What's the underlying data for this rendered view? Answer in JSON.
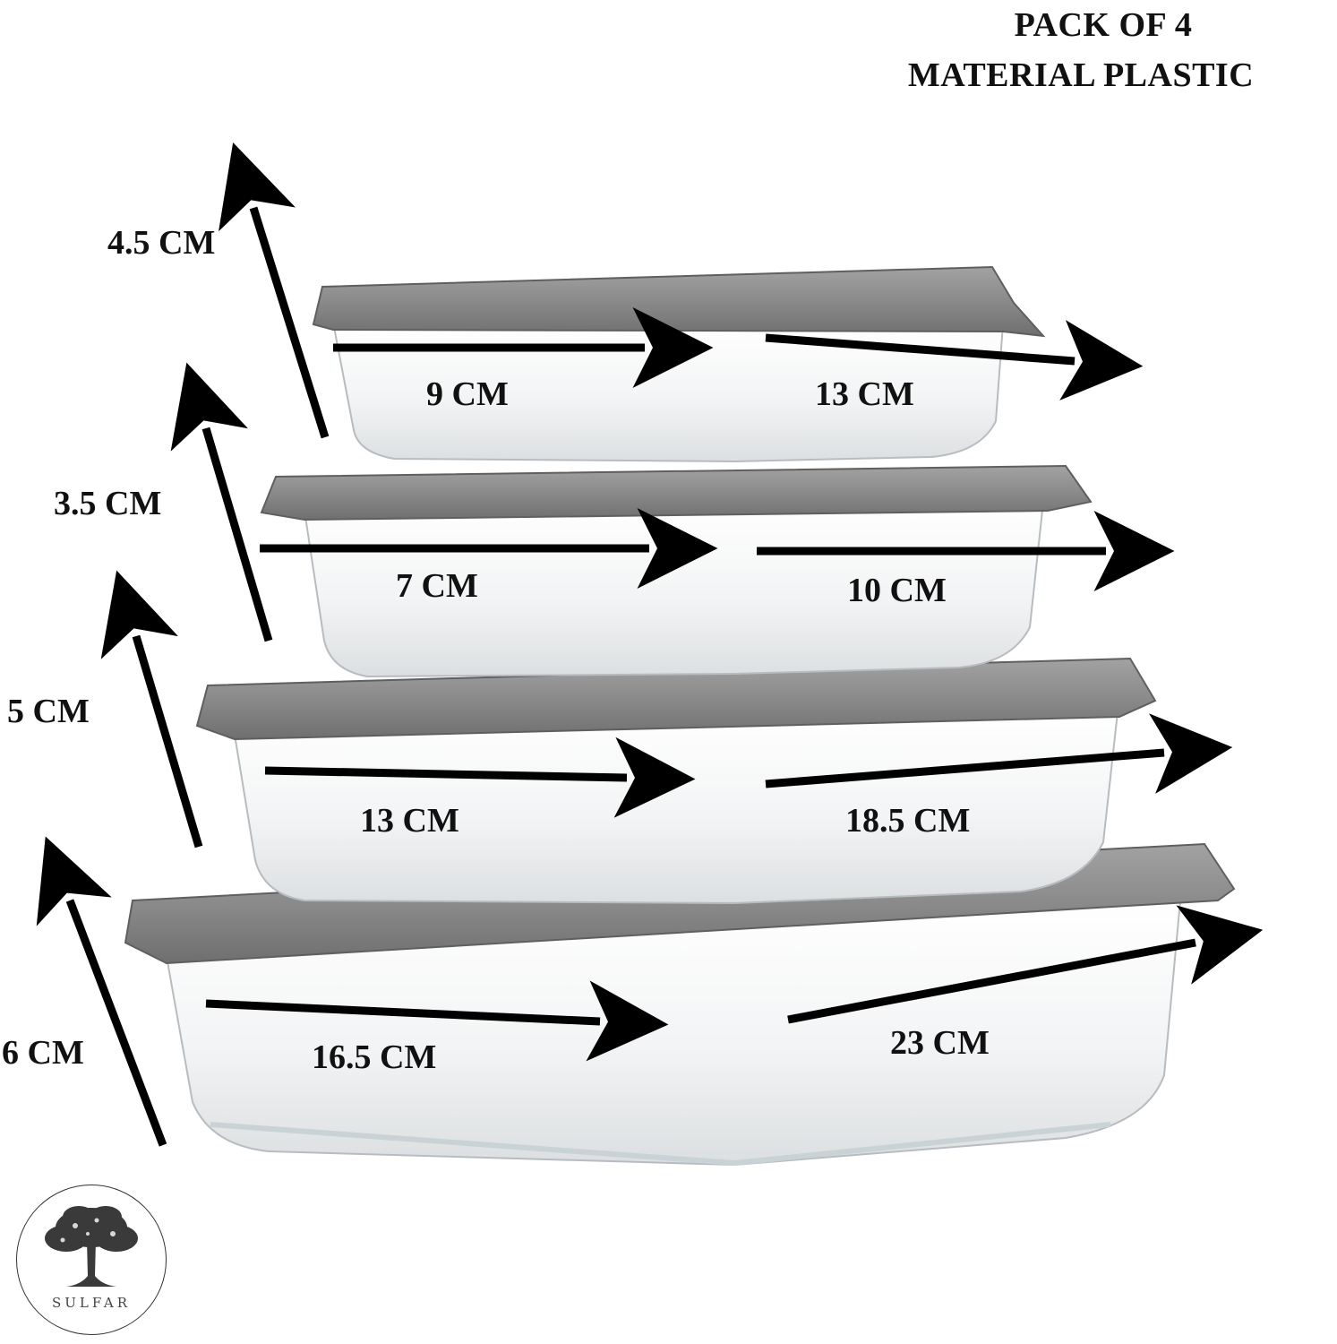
{
  "header": {
    "line1": "PACK OF 4",
    "line2": "MATERIAL PLASTIC"
  },
  "containers": [
    {
      "height": "4.5 CM",
      "width": "9 CM",
      "length": "13 CM"
    },
    {
      "height": "3.5 CM",
      "width": "7 CM",
      "length": "10 CM"
    },
    {
      "height": "5 CM",
      "width": "13 CM",
      "length": "18.5 CM"
    },
    {
      "height": "6 CM",
      "width": "16.5 CM",
      "length": "23 CM"
    }
  ],
  "logo": {
    "text": "SULFAR",
    "icon": "tree-icon"
  },
  "colors": {
    "lid": "#8c8c8c",
    "arrow": "#000000",
    "glass": "#eef0f1"
  }
}
